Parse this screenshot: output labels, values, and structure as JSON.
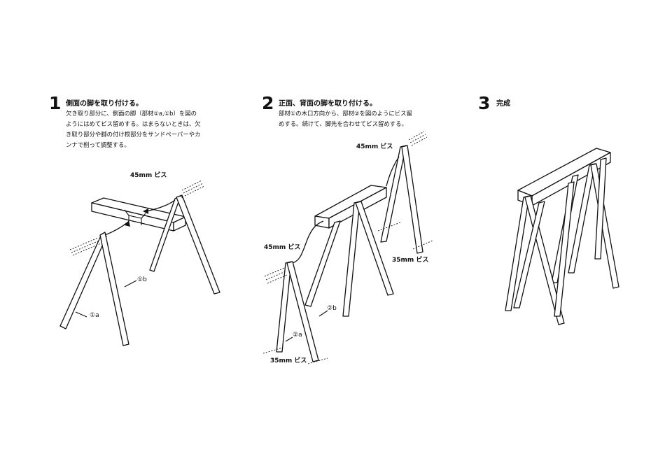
{
  "steps": [
    {
      "number": "1",
      "title": "側面の脚を取り付ける。",
      "description": "欠き取り部分に、側面の脚（部材①a,①b）を図の\nようにはめてビス留めする。はまらないときは、欠\nき取り部分や脚の付け根部分をサンドペーパーやカ\nンナで削って調整する。"
    },
    {
      "number": "2",
      "title": "正面、背面の脚を取り付ける。",
      "description": "部材①の木口方向から、部材②を図のようにビス留\nめする。続けて、脚先を合わせてビス留めする。"
    },
    {
      "number": "3",
      "title": "完成",
      "description": ""
    }
  ],
  "labels": {
    "s1_screw": "45mm ビス",
    "s1_part_a": "①a",
    "s1_part_b": "①b",
    "s2_screw_top": "45mm ビス",
    "s2_screw_left": "45mm ビス",
    "s2_screw_right": "35mm ビス",
    "s2_screw_bottom": "35mm ビス",
    "s2_part_a": "②a",
    "s2_part_b": "②b"
  }
}
